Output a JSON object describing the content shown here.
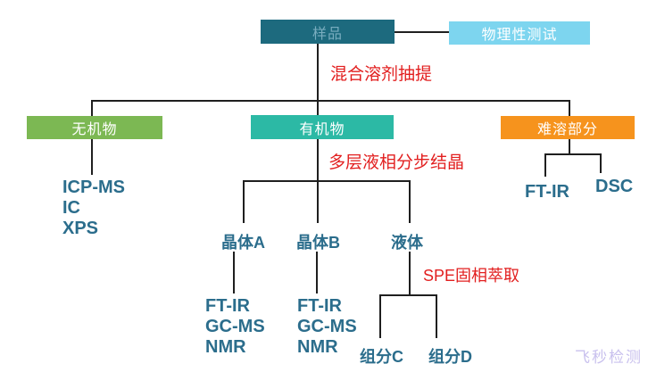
{
  "nodes": {
    "sample": "样品",
    "physical_test": "物理性测试",
    "inorganic": "无机物",
    "organic": "有机物",
    "insoluble": "难溶部分",
    "crystal_a": "晶体A",
    "crystal_b": "晶体B",
    "liquid": "液体",
    "fraction_c": "组分C",
    "fraction_d": "组分D"
  },
  "process_labels": {
    "solvent_extraction": "混合溶剂抽提",
    "fractional_crystallization": "多层液相分步结晶",
    "spe_extraction": "SPE固相萃取"
  },
  "methods": {
    "inorganic": [
      "ICP-MS",
      "IC",
      "XPS"
    ],
    "crystal_a": [
      "FT-IR",
      "GC-MS",
      "NMR"
    ],
    "crystal_b": [
      "FT-IR",
      "GC-MS",
      "NMR"
    ],
    "insoluble_ftir": "FT-IR",
    "insoluble_dsc": "DSC"
  },
  "watermark": "飞秒检测",
  "colors": {
    "sample_bg": "#1d6a7e",
    "sample_text": "#79adbf",
    "physical_test_bg": "#7dd5ef",
    "inorganic_bg": "#7cb853",
    "organic_bg": "#2cb9a5",
    "insoluble_bg": "#f6931d",
    "node_text": "#ffffff",
    "leaf_text": "#2b6d8c",
    "process_text": "#e21f1f",
    "line": "#1f1f1f",
    "watermark_text": "#c9c1ee",
    "background": "#ffffff"
  }
}
